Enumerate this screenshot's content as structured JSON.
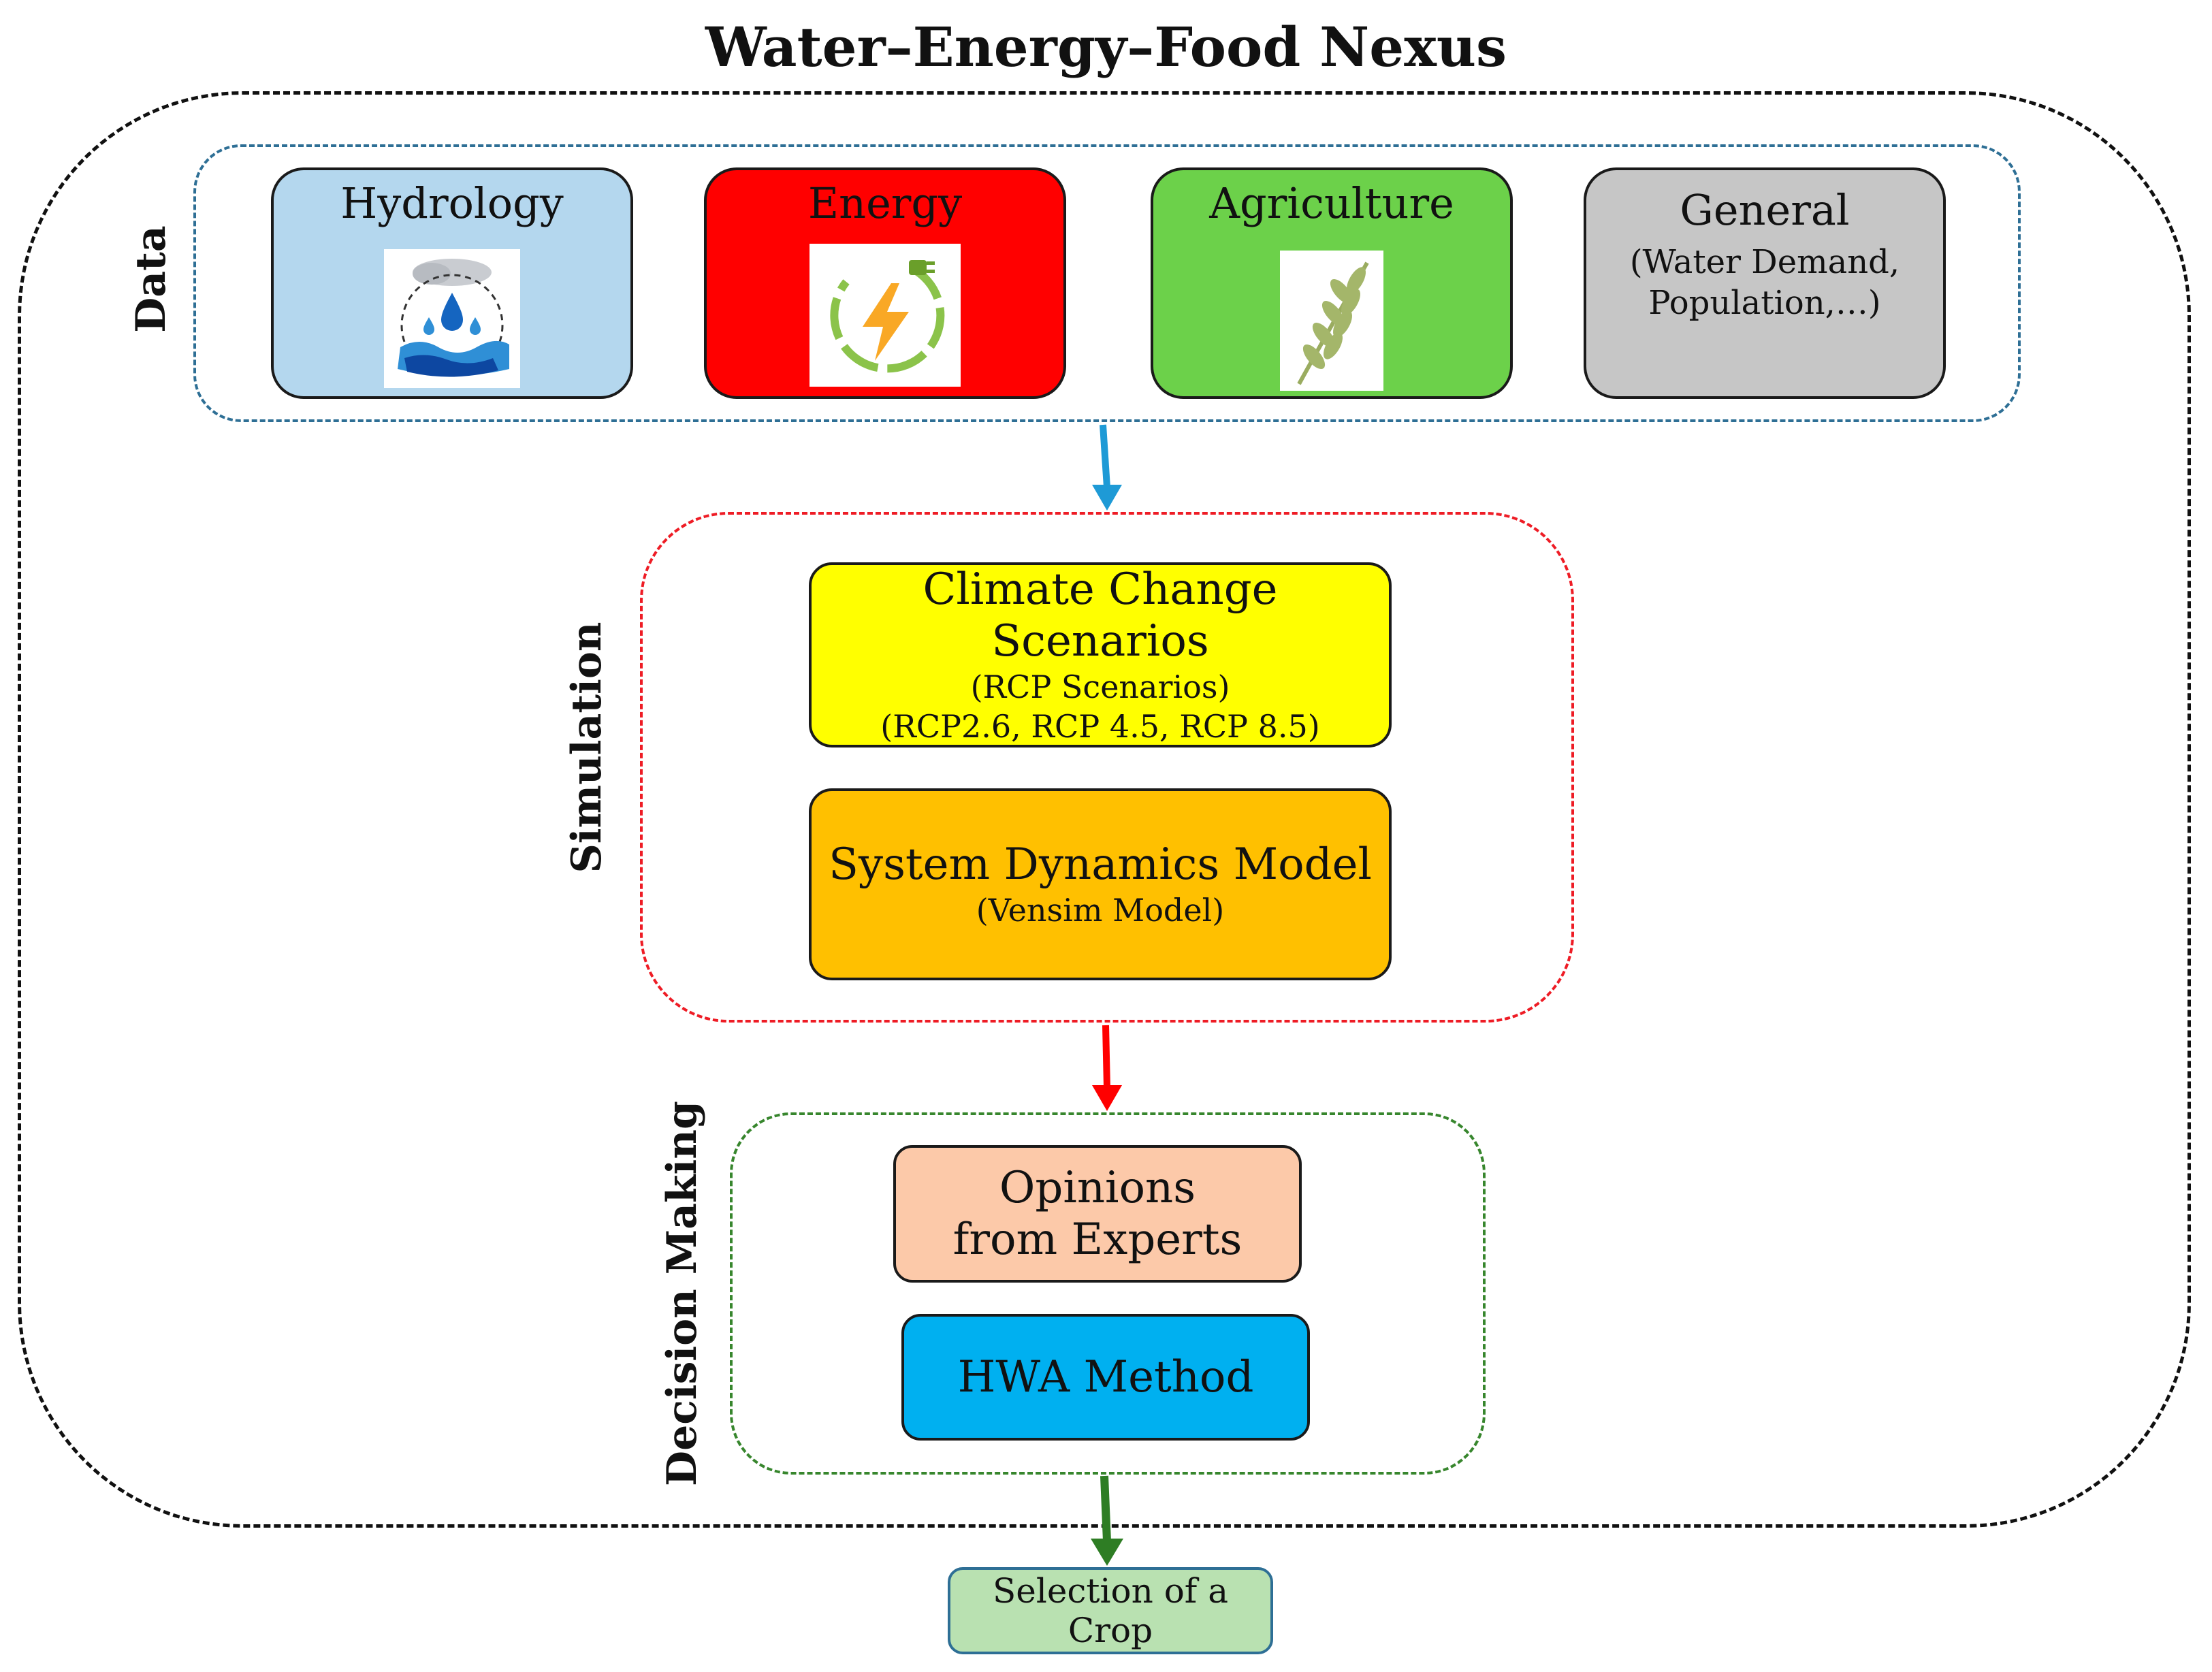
{
  "title": "Water–Energy–Food Nexus",
  "colors": {
    "hydrology": "#b4d7ee",
    "energy": "#ff0000",
    "agriculture": "#6cd14a",
    "general": "#c6c6c6",
    "climate": "#ffff00",
    "system_dynamics": "#ffc000",
    "opinions": "#fcc9a9",
    "hwa": "#00b0f0",
    "selection": "#b9e1b1",
    "arrow_data": "#1e9ad6",
    "arrow_sim": "#ff0000",
    "arrow_dec": "#2e7d24"
  },
  "groups": {
    "data": "Data",
    "simulation": "Simulation",
    "decision": "Decision Making"
  },
  "data_cards": {
    "hydrology": {
      "label": "Hydrology",
      "icon": "water-cycle-icon"
    },
    "energy": {
      "label": "Energy",
      "icon": "energy-plug-icon"
    },
    "agriculture": {
      "label": "Agriculture",
      "icon": "wheat-icon"
    },
    "general": {
      "label": "General",
      "sub1": "(Water Demand,",
      "sub2": "Population,…)"
    }
  },
  "simulation": {
    "climate_title": "Climate Change Scenarios",
    "climate_sub1": "(RCP Scenarios)",
    "climate_sub2": "(RCP2.6, RCP 4.5, RCP 8.5)",
    "sd_title": "System Dynamics Model",
    "sd_sub": "(Vensim Model)"
  },
  "decision": {
    "opinions_line1": "Opinions",
    "opinions_line2": "from Experts",
    "hwa": "HWA Method"
  },
  "output": "Selection of a Crop"
}
